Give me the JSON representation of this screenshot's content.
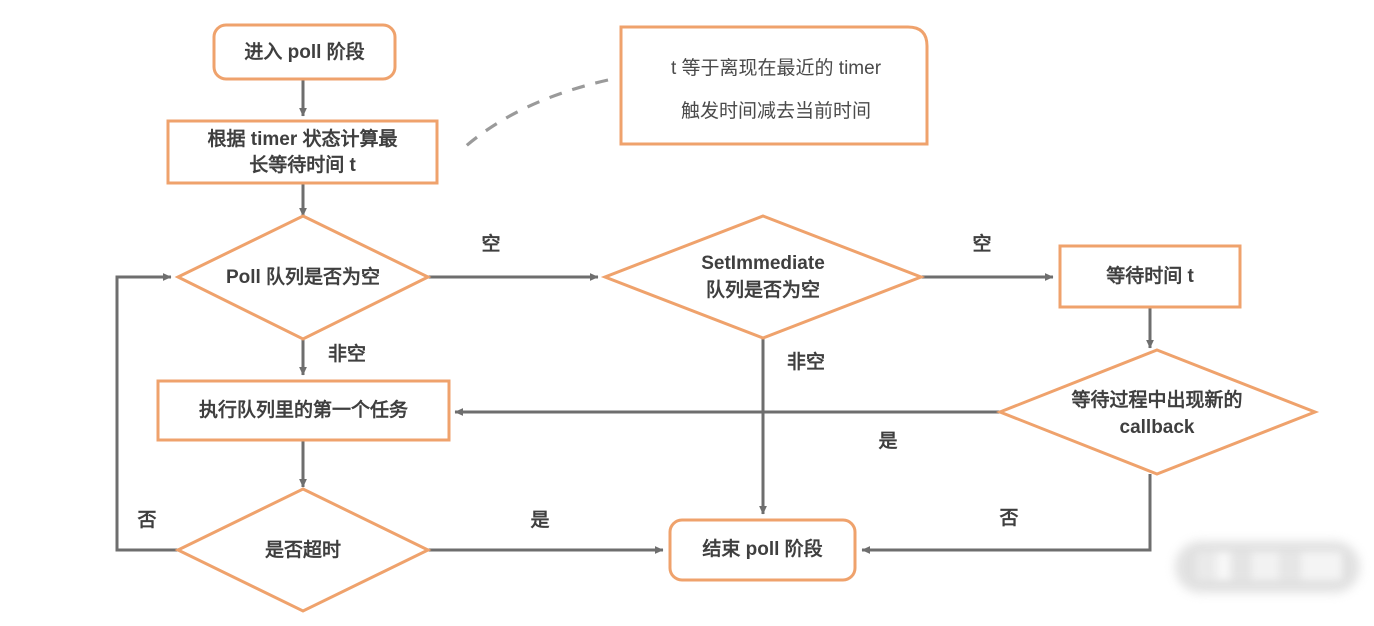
{
  "diagram": {
    "title_hidden": "",
    "colors": {
      "node_border": "#efa26c",
      "node_fill": "#ffffff",
      "edge": "#6e6e6e",
      "text": "#3f3f3f",
      "note_border": "#efa26c",
      "leader_line": "#9a9a9a",
      "background": "#ffffff"
    },
    "nodes": [
      {
        "id": "enter-poll",
        "shape": "rounded-rect",
        "label": "进入 poll 阶段"
      },
      {
        "id": "compute-timeout",
        "shape": "rect",
        "label_line1": "根据 timer 状态计算最",
        "label_line2": "长等待时间 t"
      },
      {
        "id": "poll-queue-empty",
        "shape": "diamond",
        "label": "Poll 队列是否为空"
      },
      {
        "id": "setimmediate-empty",
        "shape": "diamond",
        "label_line1": "SetImmediate",
        "label_line2": "队列是否为空"
      },
      {
        "id": "wait-time-t",
        "shape": "rect",
        "label": "等待时间 t"
      },
      {
        "id": "new-callback",
        "shape": "diamond",
        "label_line1": "等待过程中出现新的",
        "label_line2": "callback"
      },
      {
        "id": "run-first-task",
        "shape": "rect",
        "label": "执行队列里的第一个任务"
      },
      {
        "id": "is-timeout",
        "shape": "diamond",
        "label": "是否超时"
      },
      {
        "id": "end-poll",
        "shape": "rounded-rect",
        "label": "结束 poll 阶段"
      }
    ],
    "edge_labels": {
      "poll_empty": "空",
      "poll_not_empty": "非空",
      "setimmediate_empty": "空",
      "setimmediate_not_empty": "非空",
      "timeout_yes": "是",
      "timeout_no": "否",
      "callback_yes": "是",
      "callback_no": "否"
    },
    "note": {
      "line1": "t 等于离现在最近的 timer",
      "line2": "触发时间减去当前时间"
    },
    "watermark": {
      "label": "blurred-watermark",
      "text": ""
    }
  }
}
